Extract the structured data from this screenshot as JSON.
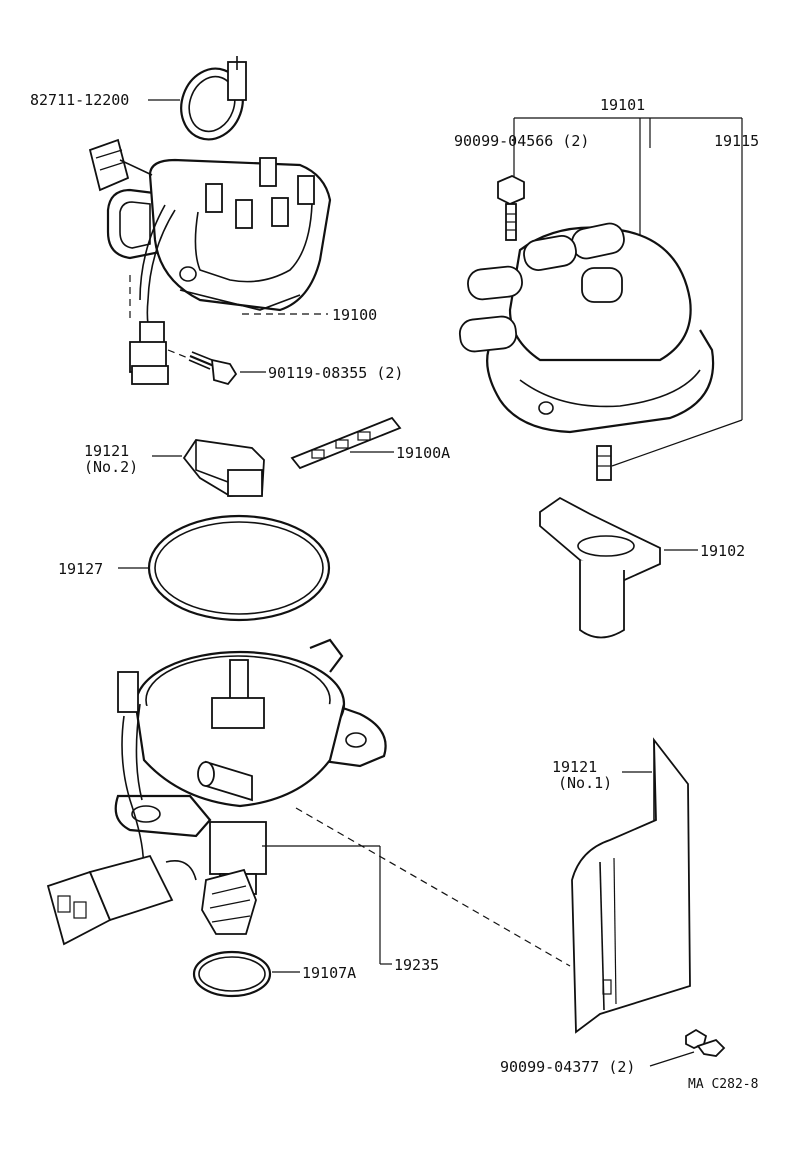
{
  "labels": {
    "clamp": "82711-12200",
    "distributor_assy": "19100",
    "bolt_mount": "90119-08355 (2)",
    "cap_assy": "19101",
    "cap_bolt": "90099-04566 (2)",
    "carbon": "19115",
    "cover_no2_part": "19121",
    "cover_no2_note": "(No.2)",
    "gasket_kit": "19100A",
    "oring_large": "19127",
    "rotor": "19102",
    "cover_no1_part": "19121",
    "cover_no1_note": "(No.1)",
    "housing": "19235",
    "oring_small": "19107A",
    "cover_screw": "90099-04377 (2)",
    "catalog_code": "MA C282-8"
  }
}
